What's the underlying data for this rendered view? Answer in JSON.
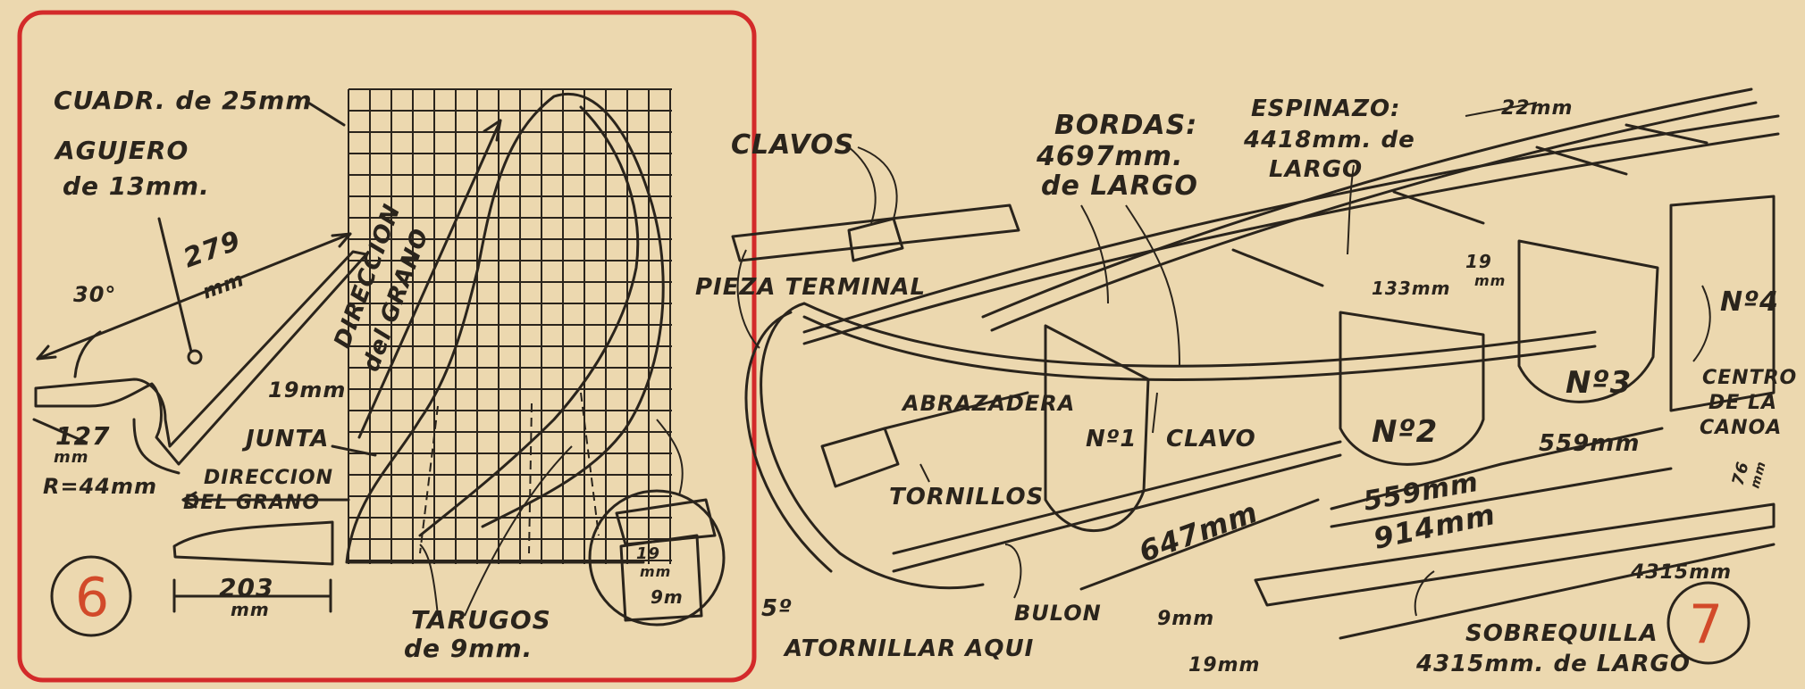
{
  "colors": {
    "paper": "#efdcb4",
    "ink": "#2a241c",
    "frame_red": "#d32a2a",
    "figure_number_red": "#d24a2a"
  },
  "figure6": {
    "number": "6",
    "labels": {
      "grid": "CUADR. de 25mm",
      "hole_1": "AGUJERO",
      "hole_2": "de 13mm.",
      "angle": "30°",
      "len_279_a": "279",
      "len_279_b": "mm",
      "grain_vertical_1": "DIRECCION",
      "grain_vertical_2": "del GRANO",
      "thick_19": "19mm",
      "len_127_a": "127",
      "len_127_b": "mm",
      "radius": "R=44mm",
      "junta": "JUNTA",
      "grain_horizontal_1": "DIRECCION",
      "grain_horizontal_2": "DEL GRANO",
      "width_203_a": "203",
      "width_203_b": "mm",
      "dowels_1": "TARUGOS",
      "dowels_2": "de 9mm.",
      "detail_19_a": "19",
      "detail_19_b": "mm",
      "detail_9": "9m"
    }
  },
  "figure7": {
    "number": "7",
    "labels": {
      "clavos": "CLAVOS",
      "pieza_terminal": "PIEZA TERMINAL",
      "bordas_1": "BORDAS:",
      "bordas_2": "4697mm.",
      "bordas_3": "de LARGO",
      "espinazo_1": "ESPINAZO:",
      "espinazo_2": "4418mm. de",
      "espinazo_3": "LARGO",
      "dim_22": "22mm",
      "dim_19_a": "19",
      "dim_19_b": "mm",
      "dim_133": "133mm",
      "no4": "Nº4",
      "centro_1": "CENTRO",
      "centro_2": "DE LA",
      "centro_3": "CANOA",
      "no3": "Nº3",
      "no2": "Nº2",
      "no1": "Nº1",
      "abrazadera": "ABRAZADERA",
      "clavo": "CLAVO",
      "tornillos": "TORNILLOS",
      "dim_559_right": "559mm",
      "dim_559_mid": "559mm",
      "dim_914": "914mm",
      "dim_647": "647mm",
      "dim_76_a": "76",
      "dim_76_b": "mm",
      "dim_4315": "4315mm",
      "angle_5": "5º",
      "bulon": "BULON",
      "atornillar": "ATORNILLAR AQUI",
      "dim_9": "9mm",
      "dim_19_bottom": "19mm",
      "sobrequilla_1": "SOBREQUILLA",
      "sobrequilla_2": "4315mm. de LARGO"
    }
  }
}
